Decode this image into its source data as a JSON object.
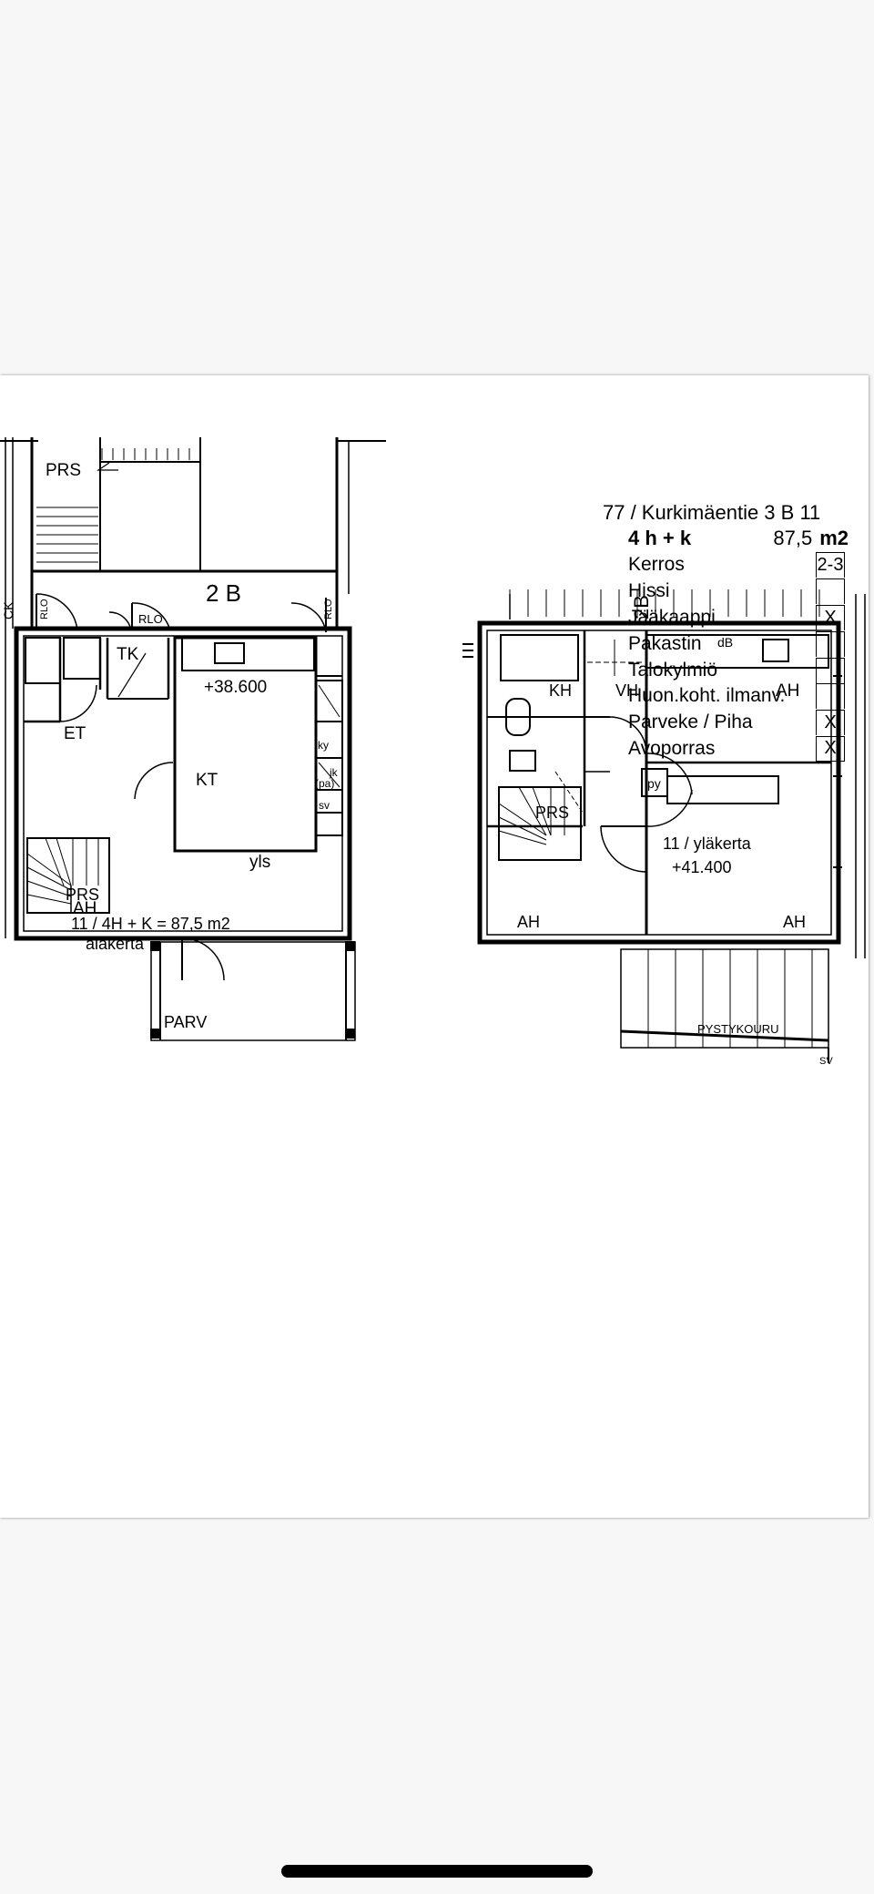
{
  "listing": {
    "address": "77 / Kurkimäentie 3 B 11",
    "type": "4 h + k",
    "area": "87,5",
    "unit": "m2"
  },
  "features": [
    {
      "label": "Kerros",
      "value": "2-3"
    },
    {
      "label": "Hissi",
      "value": ""
    },
    {
      "label": "Jääkaappi",
      "value": "X"
    },
    {
      "label": "Pakastin",
      "value": ""
    },
    {
      "label": "Talokylmiö",
      "value": ""
    },
    {
      "label": "Huon.koht. ilmanv.",
      "value": ""
    },
    {
      "label": "Parveke / Piha",
      "value": "X"
    },
    {
      "label": "Avoporras",
      "value": "X"
    }
  ],
  "lower_floor": {
    "stair_top": "PRS",
    "building_label": "2 B",
    "rlo_left": "RLO",
    "rlo_mid": "RLO",
    "rlo_right": "RLO",
    "ck": "CK",
    "tk": "TK",
    "level": "+38.600",
    "kitchen": "KT",
    "ky": "ky",
    "jk": "jk",
    "pa": "(pa)",
    "sv": "sv",
    "et": "ET",
    "stair": "PRS",
    "yls": "yls",
    "apt_line": "11 / 4H + K = 87,5 m2",
    "floor_name": "alakerta",
    "living": "AH",
    "balcony": "PARV"
  },
  "upper_floor": {
    "building_label": "2B",
    "db": "dB",
    "bath": "KH",
    "wc": "VH",
    "bedroom_top": "AH",
    "laundry": "py",
    "stair": "PRS",
    "apt_line": "11 / yläkerta",
    "level": "+41.400",
    "bedroom_left": "AH",
    "bedroom_right": "AH",
    "gutter": "PYSTYKOURU",
    "sv": "SV"
  }
}
